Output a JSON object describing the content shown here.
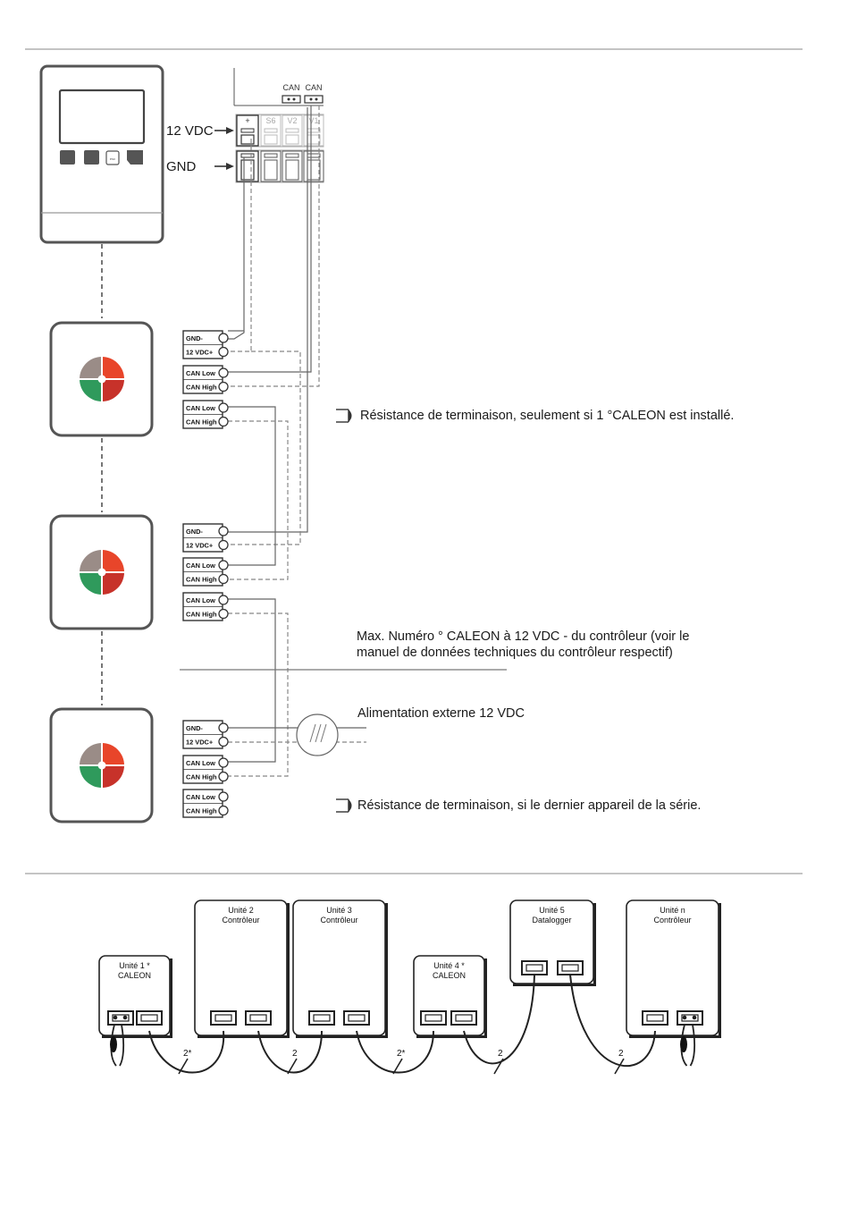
{
  "wiring": {
    "controller_terminals": [
      "+",
      "S6",
      "V2",
      "V1"
    ],
    "can_headers": [
      "CAN",
      "CAN"
    ],
    "supply_label": "12 VDC",
    "ground_label": "GND",
    "controller_button_label": "esc",
    "caleon_pins": {
      "gnd": "GND-",
      "vdc": "12 VDC+",
      "can_low": "CAN Low",
      "can_high": "CAN High"
    },
    "notes": {
      "termination_single": "Résistance de terminaison, seulement si 1 °CALEON est installé.",
      "max_number": "Max. Numéro ° CALEON à 12 VDC - du contrôleur (voir le manuel de données techniques du contrôleur respectif)",
      "external_supply": "Alimentation externe 12 VDC",
      "termination_last": "Résistance de terminaison, si le dernier appareil de la série."
    },
    "colors": {
      "wheel_grey": "#9a8c87",
      "wheel_red": "#e8452a",
      "wheel_dark_red": "#c7322a",
      "wheel_green": "#2f9a5c",
      "device_border": "#555555"
    }
  },
  "bus": {
    "units": [
      {
        "line1": "Unité 1 *",
        "line2": "CALEON"
      },
      {
        "line1": "Unité 2",
        "line2": "Contrôleur"
      },
      {
        "line1": "Unité 3",
        "line2": "Contrôleur"
      },
      {
        "line1": "Unité 4 *",
        "line2": "CALEON"
      },
      {
        "line1": "Unité 5",
        "line2": "Datalogger"
      },
      {
        "line1": "Unité n",
        "line2": "Contrôleur"
      }
    ],
    "cable_labels": [
      "2*",
      "2",
      "2*",
      "2",
      "2"
    ]
  }
}
